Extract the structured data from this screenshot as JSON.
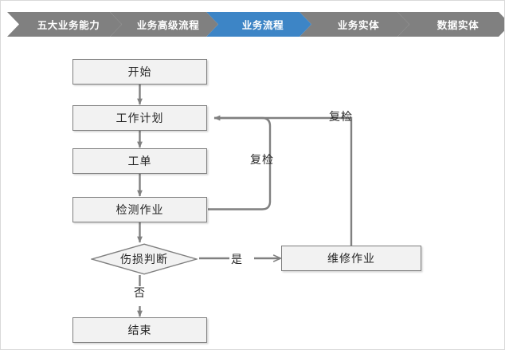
{
  "breadcrumb": {
    "active_color": "#3d85c6",
    "inactive_color": "#808080",
    "items": [
      {
        "label": "五大业务能力",
        "active": false
      },
      {
        "label": "业务高级流程",
        "active": false
      },
      {
        "label": "业务流程",
        "active": true
      },
      {
        "label": "业务实体",
        "active": false
      },
      {
        "label": "数据实体",
        "active": false
      }
    ]
  },
  "flowchart": {
    "line_color": "#808080",
    "node_fill": "#f2f2f2",
    "node_border": "#7f7f7f",
    "text_color": "#262626",
    "nodes": [
      {
        "id": "start",
        "label": "开始",
        "shape": "rect"
      },
      {
        "id": "work-plan",
        "label": "工作计划",
        "shape": "rect"
      },
      {
        "id": "work-order",
        "label": "工单",
        "shape": "rect"
      },
      {
        "id": "inspection",
        "label": "检测作业",
        "shape": "rect"
      },
      {
        "id": "damage",
        "label": "伤损判断",
        "shape": "diamond"
      },
      {
        "id": "repair",
        "label": "维修作业",
        "shape": "rect"
      },
      {
        "id": "end",
        "label": "结束",
        "shape": "rect"
      }
    ],
    "edge_labels": {
      "recheck_inner": "复检",
      "recheck_outer": "复检",
      "yes": "是",
      "no": "否"
    }
  }
}
